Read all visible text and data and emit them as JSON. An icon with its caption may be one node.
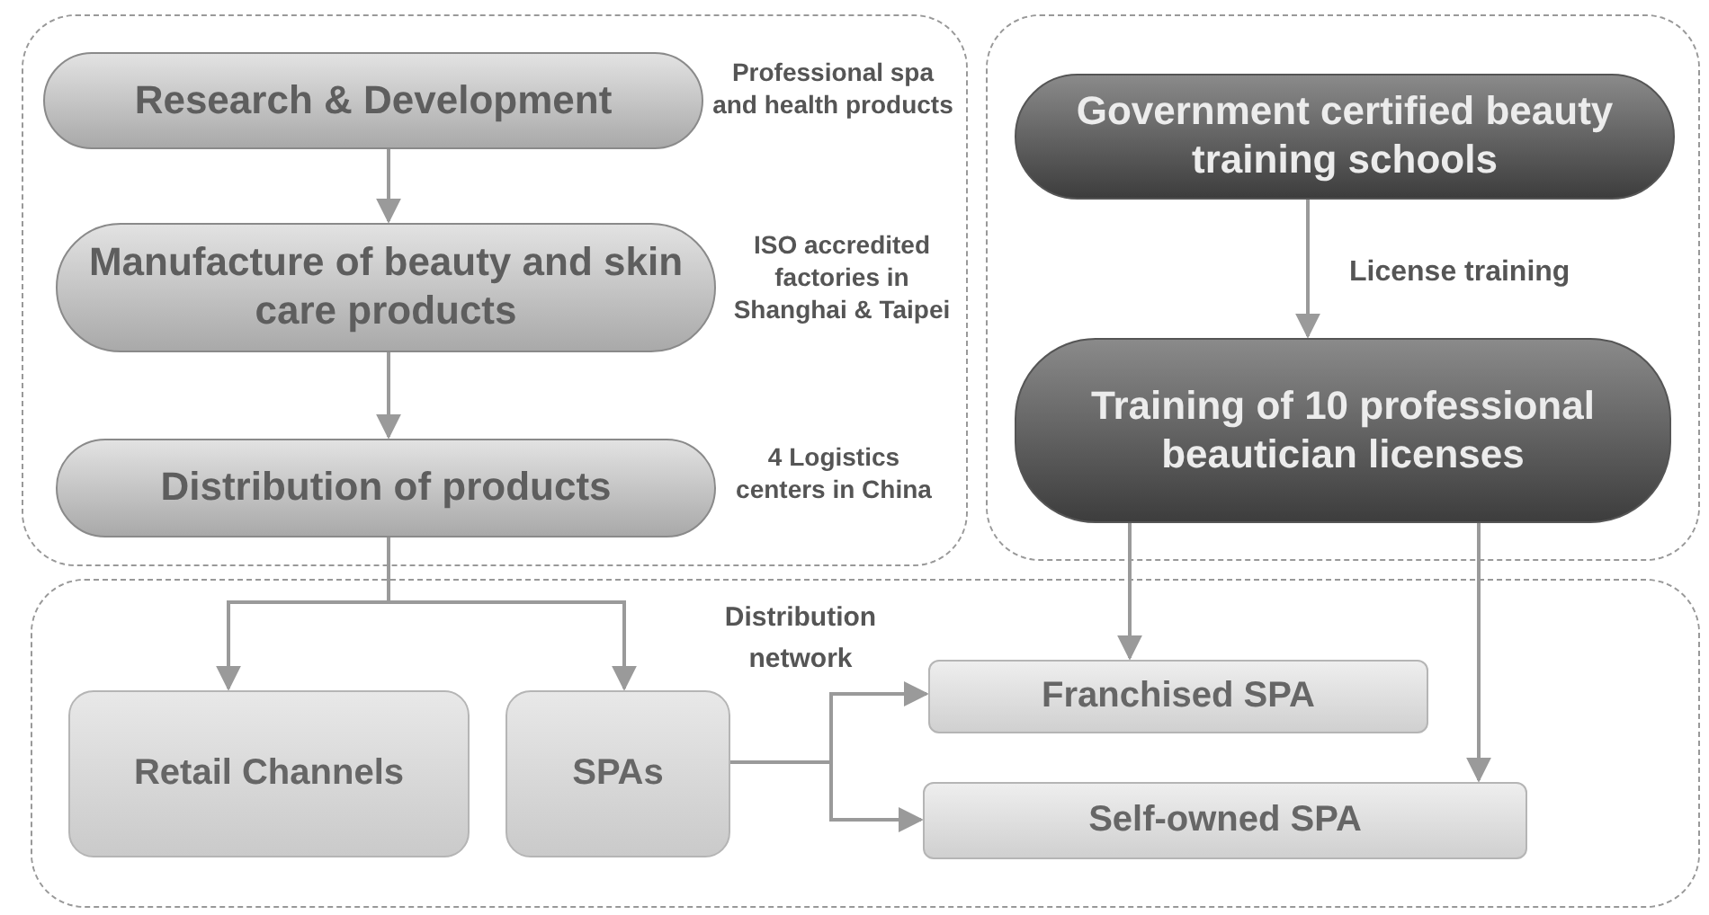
{
  "diagram": {
    "nodes": [
      {
        "text": [],
        "shape": "box"
      },
      {
        "text": [
          "Research & Development"
        ],
        "in": 0,
        "beside": [
          "Professional spa and health products"
        ]
      },
      {
        "text": [
          "Manufacture of beauty and skin care products"
        ],
        "in": 0,
        "beside": [
          "ISO accredited factories in Shanghai & Taipei"
        ]
      },
      {
        "text": [
          "Distribution of products"
        ],
        "in": 0,
        "beside": [
          "4 Logistics centers in China"
        ]
      },
      {
        "text": [],
        "shape": "box"
      },
      {
        "text": [
          "Government certified beauty training schools"
        ],
        "in": 4
      },
      {
        "text": [
          "Training of 10 professional beautician licenses"
        ],
        "in": 4
      },
      {
        "text": [],
        "shape": "box"
      },
      {
        "text": [
          "Retail Channels"
        ],
        "in": 7
      },
      {
        "text": [
          "SPAs"
        ],
        "in": 7
      },
      {
        "text": [
          "Franchised SPA"
        ],
        "in": 7
      },
      {
        "text": [
          "Self-owned SPA"
        ],
        "in": 7
      }
    ],
    "edges": [
      {
        "from": 1,
        "to": 2,
        "arrow": "to"
      },
      {
        "from": 2,
        "to": 3,
        "arrow": "to"
      },
      {
        "from": 3,
        "to": 8,
        "arrow": "to"
      },
      {
        "from": 3,
        "to": 9,
        "arrow": "to"
      },
      {
        "from": 5,
        "to": 6,
        "arrow": "to",
        "label": "License training"
      },
      {
        "from": 6,
        "to": 10,
        "arrow": "to"
      },
      {
        "from": 6,
        "to": 11,
        "arrow": "to"
      },
      {
        "from": 9,
        "to": 10,
        "arrow": "to"
      },
      {
        "from": 9,
        "to": 11,
        "arrow": "to"
      }
    ],
    "labels": [
      "Distribution network"
    ]
  }
}
